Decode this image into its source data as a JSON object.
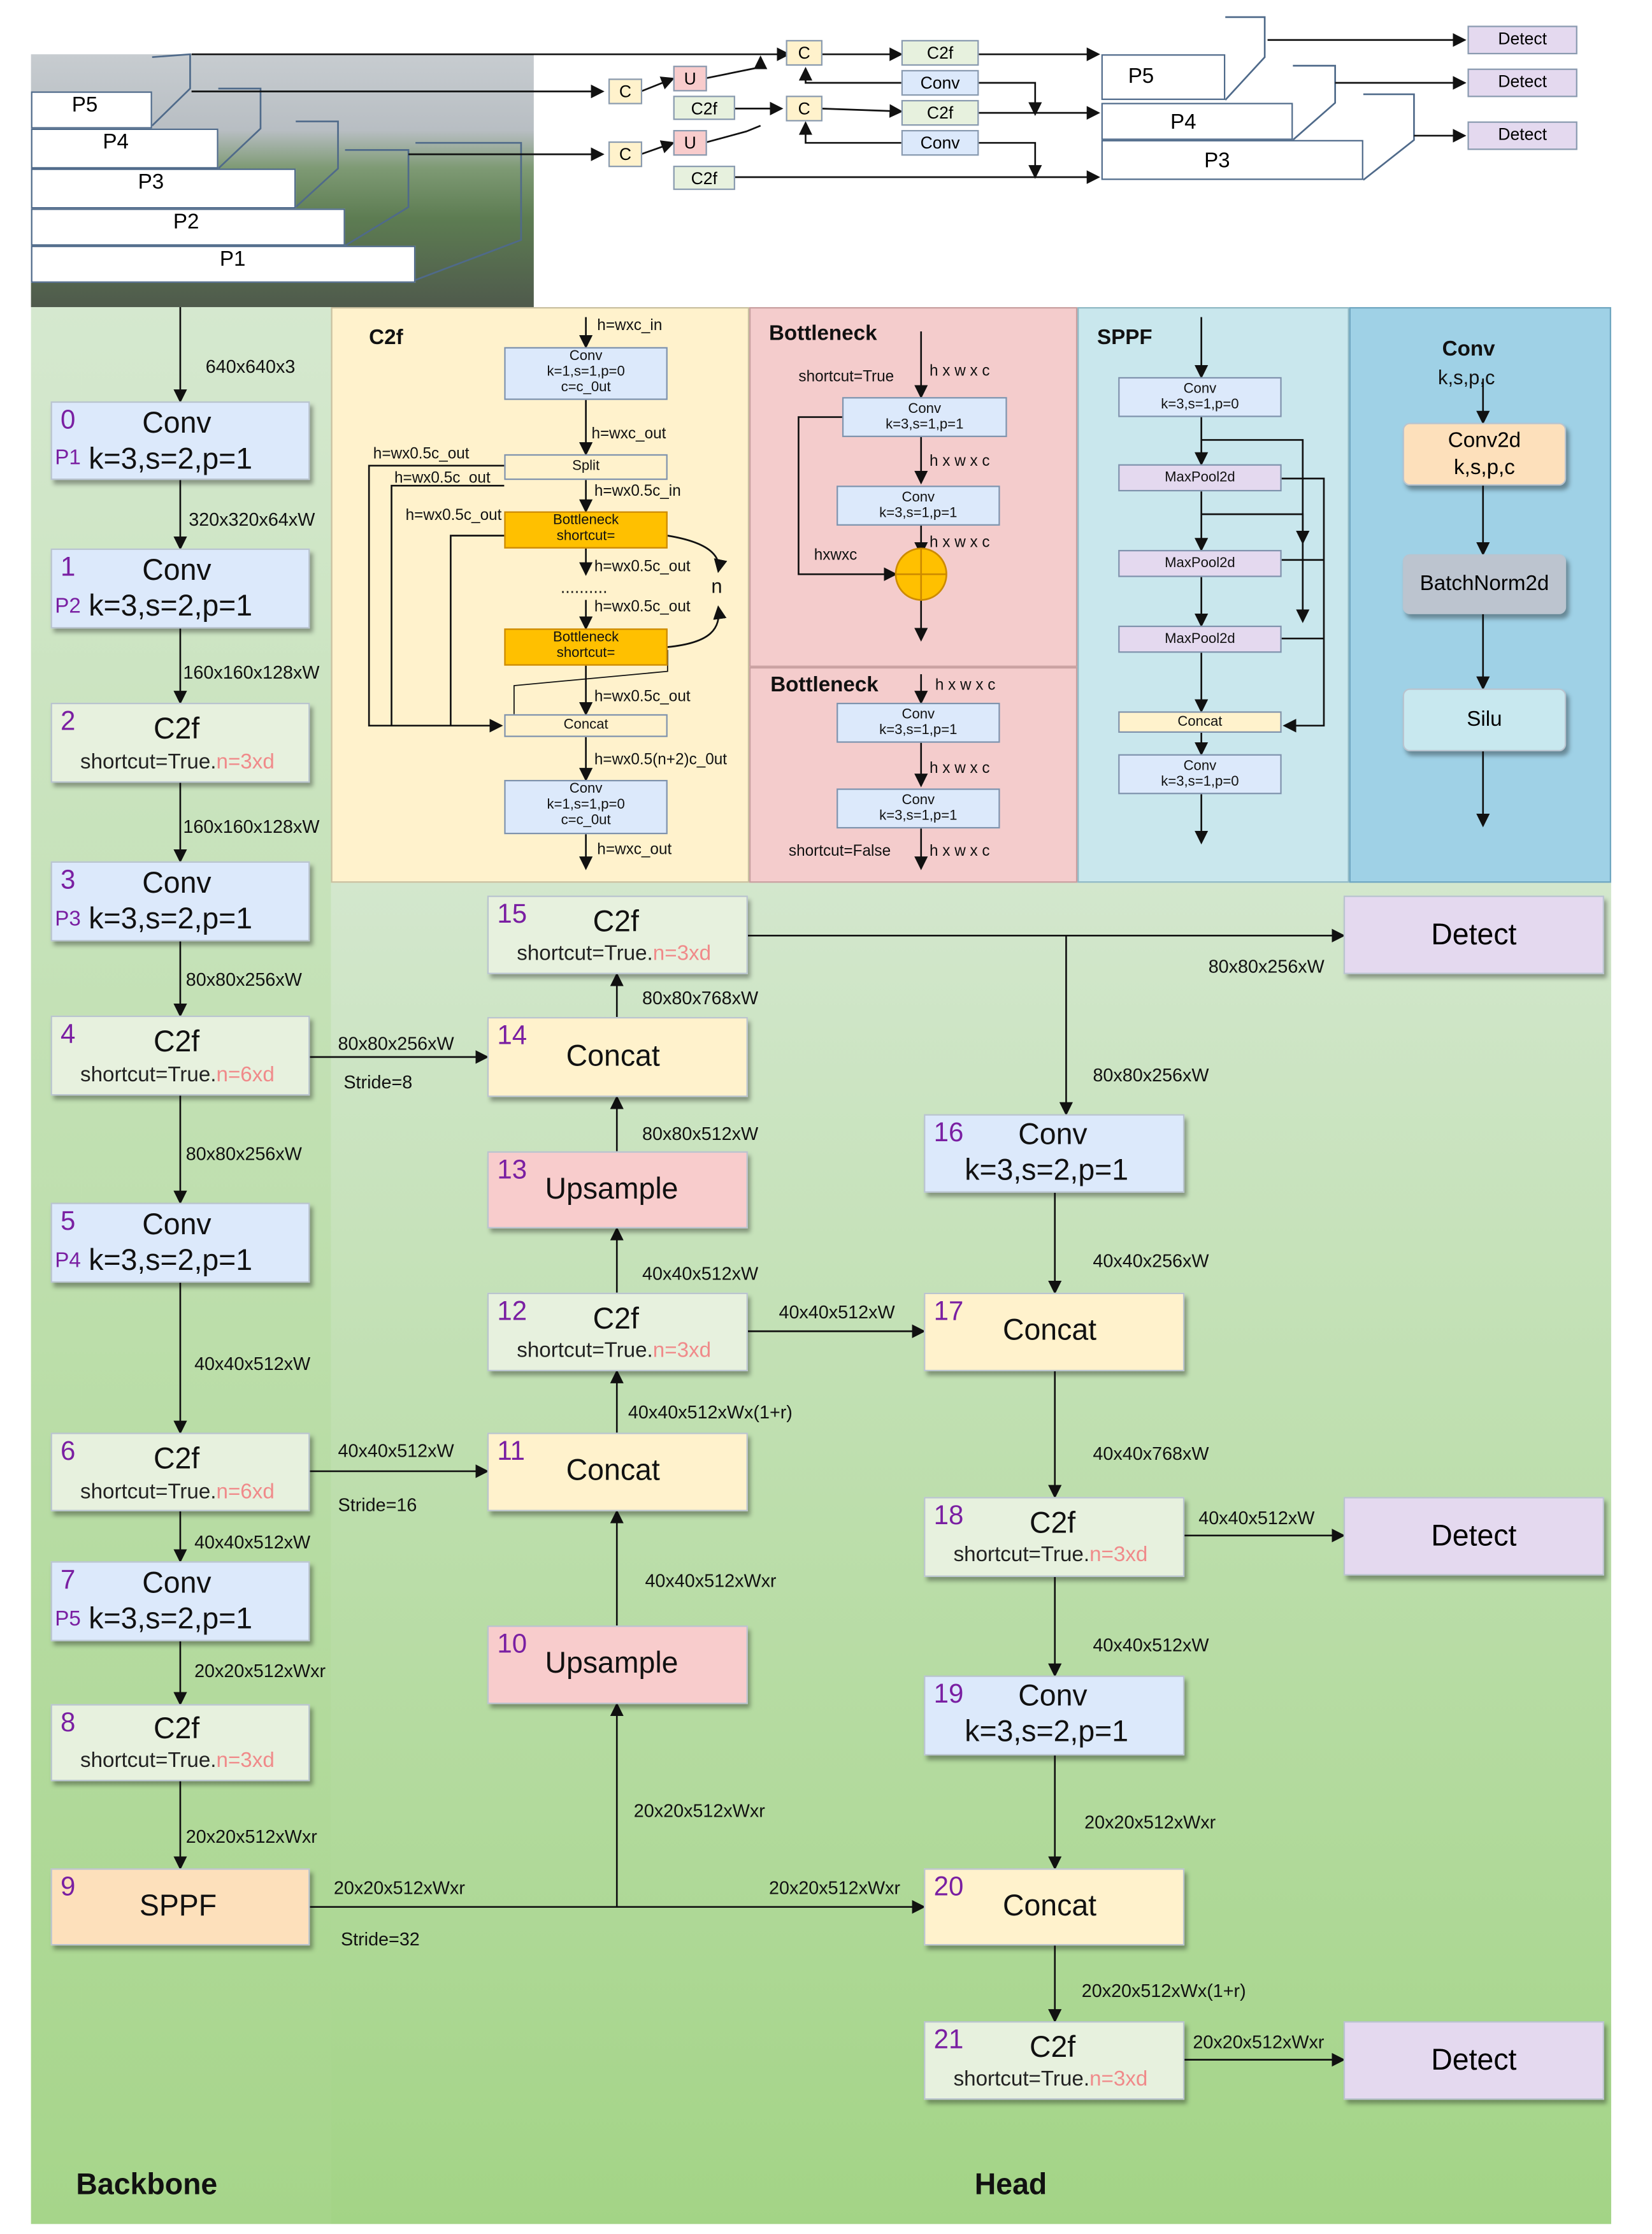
{
  "pyramid": {
    "left": [
      "P5",
      "P4",
      "P3",
      "P2",
      "P1"
    ],
    "right": [
      "P5",
      "P4",
      "P3"
    ]
  },
  "neck": {
    "c": "C",
    "u": "U",
    "c2f": "C2f",
    "conv": "Conv",
    "detect": "Detect"
  },
  "sections": {
    "backbone": "Backbone",
    "head": "Head"
  },
  "c2f_detail": {
    "title": "C2f",
    "conv1": "Conv\nk=1,s=1,p=0\nc=c_0ut",
    "split": "Split",
    "bottleneck": "Bottleneck\nshortcut=",
    "concat": "Concat",
    "conv2": "Conv\nk=1,s=1,p=0\nc=c_0ut",
    "dots": "..........",
    "n": "n",
    "labels": {
      "in": "h=wxc_in",
      "out1": "h=wxc_out",
      "half_in": "h=wx0.5c_in",
      "half_out": "h=wx0.5c_out",
      "left1": "h=wx0.5c_out",
      "left2": "h=wx0.5c_out",
      "left3": "h=wx0.5c_out",
      "cat": "h=wx0.5(n+2)c_0ut",
      "final": "h=wxc_out"
    }
  },
  "bottleneck_true": {
    "title": "Bottleneck",
    "shortcut": "shortcut=True",
    "conv": "Conv\nk=3,s=1,p=1",
    "dim": "h x w x c",
    "skip": "hxwxc"
  },
  "bottleneck_false": {
    "title": "Bottleneck",
    "shortcut": "shortcut=False",
    "conv": "Conv\nk=3,s=1,p=1",
    "dim": "h x w x c"
  },
  "sppf": {
    "title": "SPPF",
    "conv1": "Conv\nk=3,s=1,p=0",
    "maxpool": "MaxPool2d",
    "concat": "Concat",
    "conv2": "Conv\nk=3,s=1,p=0"
  },
  "conv_detail": {
    "title": "Conv",
    "params": "k,s,p,c",
    "conv2d": "Conv2d\nk,s,p,c",
    "bn": "BatchNorm2d",
    "act": "Silu"
  },
  "layers": [
    {
      "num": "0",
      "name": "Conv",
      "p": "P1",
      "sub": "k=3,s=2,p=1"
    },
    {
      "num": "1",
      "name": "Conv",
      "p": "P2",
      "sub": "k=3,s=2,p=1"
    },
    {
      "num": "2",
      "name": "C2f",
      "sub": "shortcut=True.",
      "n": "n=3xd"
    },
    {
      "num": "3",
      "name": "Conv",
      "p": "P3",
      "sub": "k=3,s=2,p=1"
    },
    {
      "num": "4",
      "name": "C2f",
      "sub": "shortcut=True.",
      "n": "n=6xd"
    },
    {
      "num": "5",
      "name": "Conv",
      "p": "P4",
      "sub": "k=3,s=2,p=1"
    },
    {
      "num": "6",
      "name": "C2f",
      "sub": "shortcut=True.",
      "n": "n=6xd"
    },
    {
      "num": "7",
      "name": "Conv",
      "p": "P5",
      "sub": "k=3,s=2,p=1"
    },
    {
      "num": "8",
      "name": "C2f",
      "sub": "shortcut=True.",
      "n": "n=3xd"
    },
    {
      "num": "9",
      "name": "SPPF"
    },
    {
      "num": "10",
      "name": "Upsample"
    },
    {
      "num": "11",
      "name": "Concat"
    },
    {
      "num": "12",
      "name": "C2f",
      "sub": "shortcut=True.",
      "n": "n=3xd"
    },
    {
      "num": "13",
      "name": "Upsample"
    },
    {
      "num": "14",
      "name": "Concat"
    },
    {
      "num": "15",
      "name": "C2f",
      "sub": "shortcut=True.",
      "n": "n=3xd"
    },
    {
      "num": "16",
      "name": "Conv",
      "sub": "k=3,s=2,p=1"
    },
    {
      "num": "17",
      "name": "Concat"
    },
    {
      "num": "18",
      "name": "C2f",
      "sub": "shortcut=True.",
      "n": "n=3xd"
    },
    {
      "num": "19",
      "name": "Conv",
      "sub": "k=3,s=2,p=1"
    },
    {
      "num": "20",
      "name": "Concat"
    },
    {
      "num": "21",
      "name": "C2f",
      "sub": "shortcut=True.",
      "n": "n=3xd"
    }
  ],
  "detect": "Detect",
  "edges": {
    "e_in": "640x640x3",
    "e01": "320x320x64xW",
    "e12": "160x160x128xW",
    "e23": "160x160x128xW",
    "e34": "80x80x256xW",
    "e45": "80x80x256xW",
    "e56": "40x40x512xW",
    "e67": "40x40x512xW",
    "e78": "20x20x512xWxr",
    "e89": "20x20x512xWxr",
    "e4_14": "80x80x256xW",
    "s8": "Stride=8",
    "e6_11": "40x40x512xW",
    "s16": "Stride=16",
    "e9_20": "20x20x512xWxr",
    "e9_20b": "20x20x512xWxr",
    "s32": "Stride=32",
    "e9_10": "20x20x512xWxr",
    "e10_11": "40x40x512xWxr",
    "e11_12": "40x40x512xWx(1+r)",
    "e12_13": "40x40x512xW",
    "e13_14": "80x80x512xW",
    "e14_15": "80x80x768xW",
    "e15_det": "80x80x256xW",
    "e15_16": "80x80x256xW",
    "e16_17": "40x40x256xW",
    "e12_17": "40x40x512xW",
    "e17_18": "40x40x768xW",
    "e18_det": "40x40x512xW",
    "e18_19": "40x40x512xW",
    "e19_20": "20x20x512xWxr",
    "e20_21": "20x20x512xWx(1+r)",
    "e21_det": "20x20x512xWxr"
  }
}
